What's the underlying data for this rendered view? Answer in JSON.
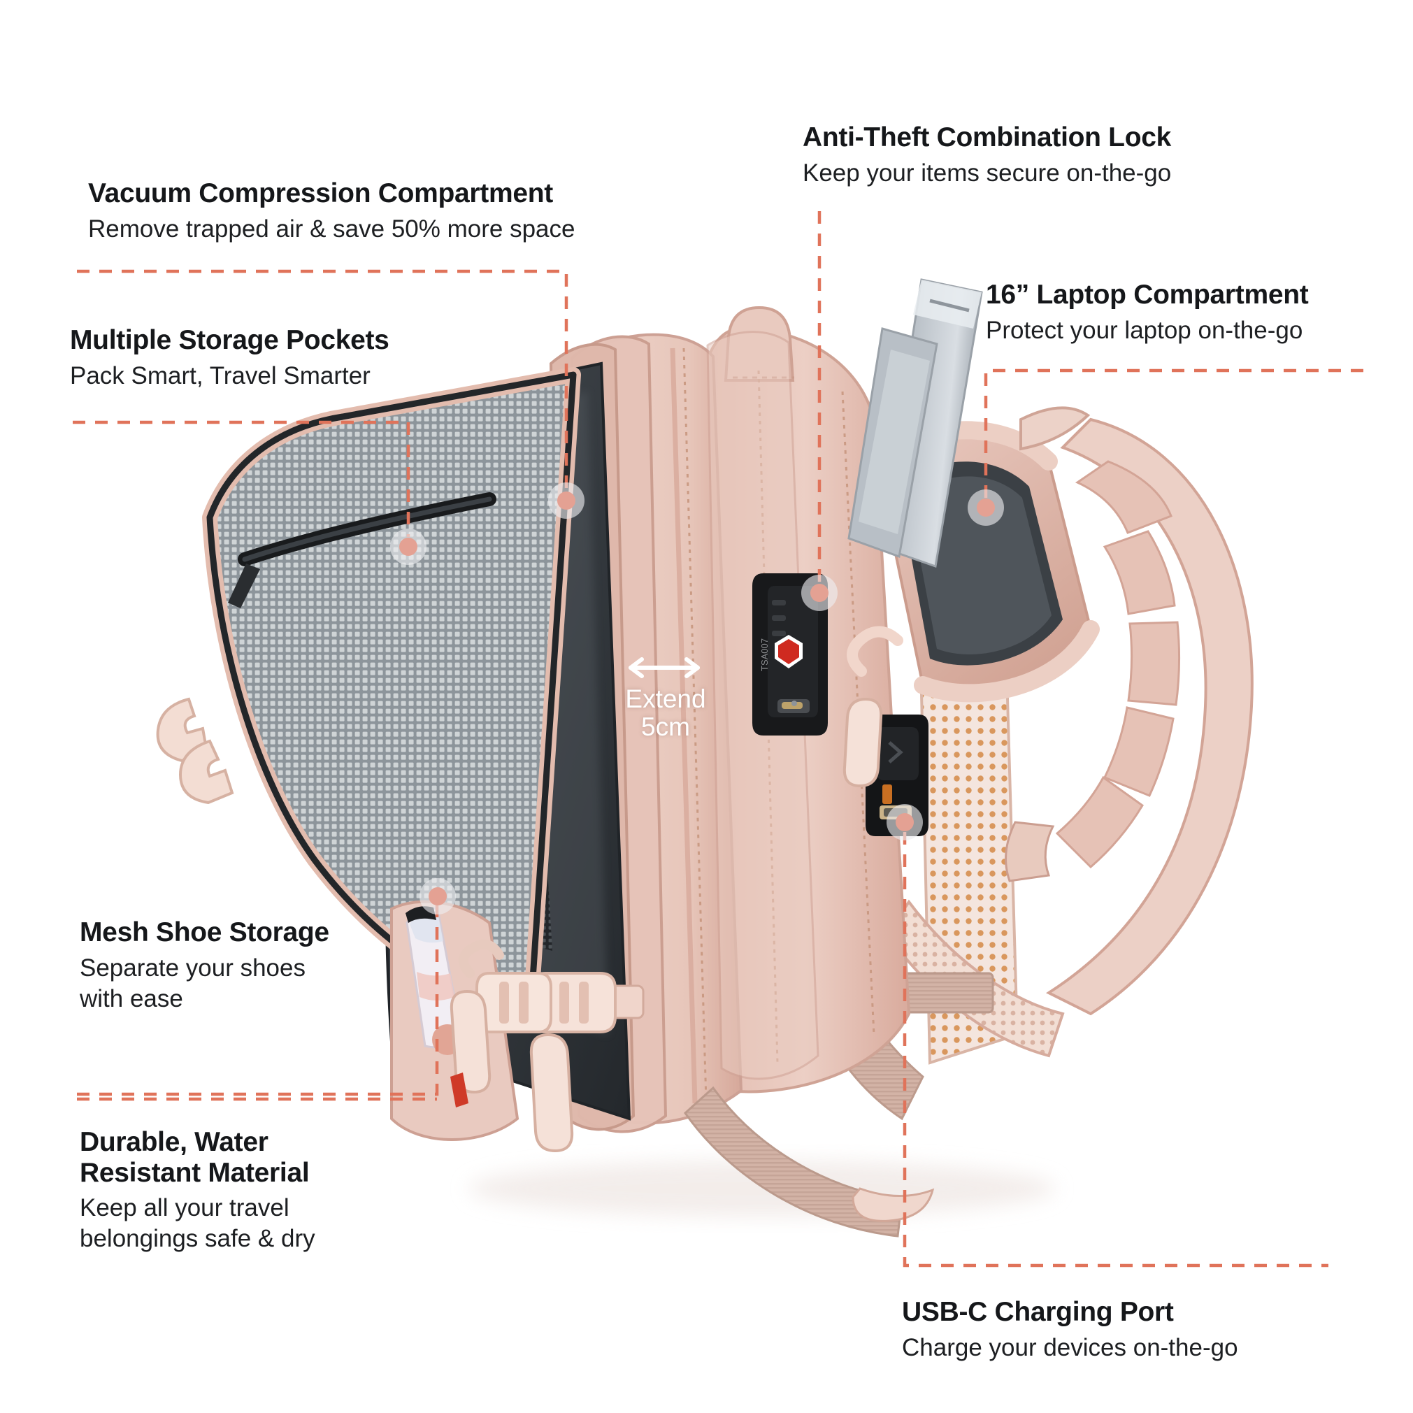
{
  "product": {
    "name": "Travel Backpack",
    "colorway": "Dusty Pink"
  },
  "theme": {
    "leader_line": "#e0735a",
    "dot_ring": "#eeeef0",
    "dot_core": "#e4a193",
    "bag_body": "#e8c6bb",
    "bag_body_light": "#f0d6cd",
    "bag_body_dark": "#d8afa3",
    "bag_trim": "#c99383",
    "interior_dark": "#3b3f44",
    "mesh": "#8e969c",
    "lock_black": "#1b1b1d",
    "laptop_silver": "#c7ccd2",
    "text": "#15171a",
    "background": "#ffffff"
  },
  "overlay": {
    "extend_label_line1": "Extend",
    "extend_label_line2": "5cm",
    "extend_arrow": "double-headed-horizontal-arrow"
  },
  "features": [
    {
      "id": "vacuum-compression-compartment",
      "title": "Vacuum Compression Compartment",
      "subtitle": "Remove trapped air & save 50% more space",
      "position": "top-left"
    },
    {
      "id": "multiple-storage-pockets",
      "title": "Multiple Storage Pockets",
      "subtitle": "Pack Smart, Travel Smarter",
      "position": "upper-left"
    },
    {
      "id": "anti-theft-combination-lock",
      "title": "Anti-Theft Combination Lock",
      "subtitle": "Keep your items secure on-the-go",
      "position": "top-right"
    },
    {
      "id": "laptop-compartment",
      "title": "16” Laptop Compartment",
      "subtitle": "Protect your laptop on-the-go",
      "position": "upper-right"
    },
    {
      "id": "mesh-shoe-storage",
      "title": "Mesh Shoe Storage",
      "subtitle": "Separate your shoes\nwith ease",
      "subtitle_line1": "Separate your shoes",
      "subtitle_line2": "with ease",
      "position": "lower-left"
    },
    {
      "id": "durable-water-resistant-material",
      "title_line1": "Durable, Water",
      "title_line2": "Resistant Material",
      "title": "Durable, Water Resistant Material",
      "subtitle_line1": "Keep all your travel",
      "subtitle_line2": "belongings safe & dry",
      "subtitle": "Keep all your travel belongings safe & dry",
      "position": "bottom-left"
    },
    {
      "id": "usb-c-charging-port",
      "title": "USB-C Charging Port",
      "subtitle": "Charge your devices on-the-go",
      "position": "bottom-right"
    }
  ]
}
